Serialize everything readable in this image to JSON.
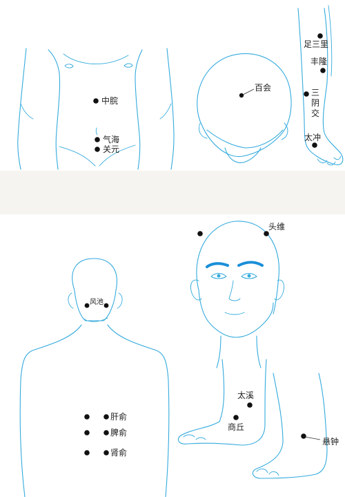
{
  "top_panel": {
    "points": {
      "zhongwan": "中脘",
      "qihai": "气海",
      "guanyuan": "关元",
      "baihui": "百会",
      "zusanli": "足三里",
      "fenglong": "丰隆",
      "sanyinjiao_1": "三",
      "sanyinjiao_2": "阴",
      "sanyinjiao_3": "交",
      "taichong": "太冲"
    }
  },
  "bottom_panel": {
    "points": {
      "touwei": "头维",
      "fengchi": "风池",
      "ganshu": "肝俞",
      "pishu": "脾俞",
      "shenshu": "肾俞",
      "taixi": "太溪",
      "shangqiu": "商丘",
      "xuanzhong": "悬钟"
    }
  },
  "colors": {
    "outline": "#33aadd",
    "eyebrow": "#1a8ed8",
    "dot": "#111111",
    "separator_band": "#f6f4f0"
  }
}
